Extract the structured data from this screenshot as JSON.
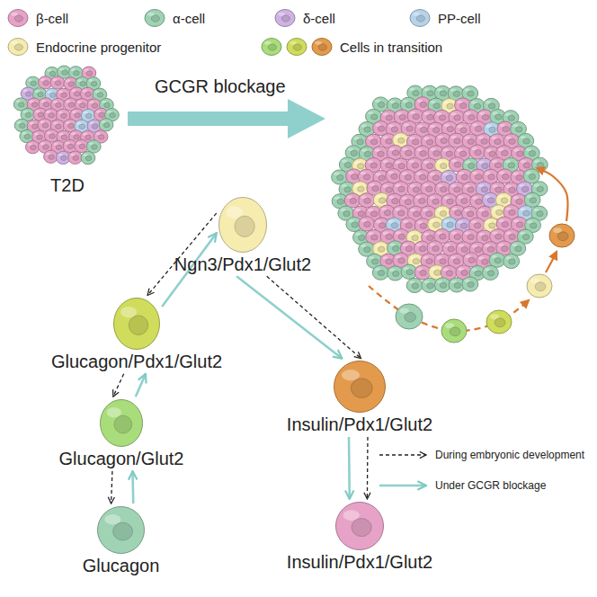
{
  "diagram": {
    "nodes": [
      {
        "text": [
          "T2D"
        ]
      },
      {
        "text": [
          "Ngn3/Pdx1/Glut2"
        ]
      },
      {
        "text": [
          "Glucagon/Pdx1/Glut2"
        ]
      },
      {
        "text": [
          "Insulin/Pdx1/Glut2"
        ]
      },
      {
        "text": [
          "Glucagon/Glut2"
        ]
      },
      {
        "text": [
          "Glucagon"
        ]
      },
      {
        "text": [
          "Insulin/Pdx1/Glut2"
        ]
      }
    ],
    "edges": [
      {
        "from": 5,
        "to": 4,
        "arrow": "to"
      },
      {
        "from": 4,
        "to": 2,
        "arrow": "to"
      },
      {
        "from": 2,
        "to": 1,
        "arrow": "to"
      },
      {
        "from": 1,
        "to": 3,
        "arrow": "to"
      },
      {
        "from": 3,
        "to": 6,
        "arrow": "to"
      },
      {
        "from": 1,
        "to": 2,
        "arrow": "to"
      },
      {
        "from": 2,
        "to": 4,
        "arrow": "to"
      },
      {
        "from": 4,
        "to": 5,
        "arrow": "to"
      },
      {
        "from": 1,
        "to": 3,
        "arrow": "to"
      },
      {
        "from": 3,
        "to": 6,
        "arrow": "to"
      }
    ],
    "labels": [
      "GCGR blockage"
    ],
    "legend": [
      {
        "text": "β-cell",
        "color": "#e7a3c7"
      },
      {
        "text": "α-cell",
        "color": "#9fd3b4"
      },
      {
        "text": "δ-cell",
        "color": "#cfb3e3"
      },
      {
        "text": "PP-cell",
        "color": "#b7d3ea"
      },
      {
        "text": "Endocrine progenitor",
        "color": "#f6ecb0"
      },
      {
        "text": "Cells in transition"
      },
      {
        "text": "During embryonic development"
      },
      {
        "text": "Under GCGR blockage"
      }
    ]
  }
}
